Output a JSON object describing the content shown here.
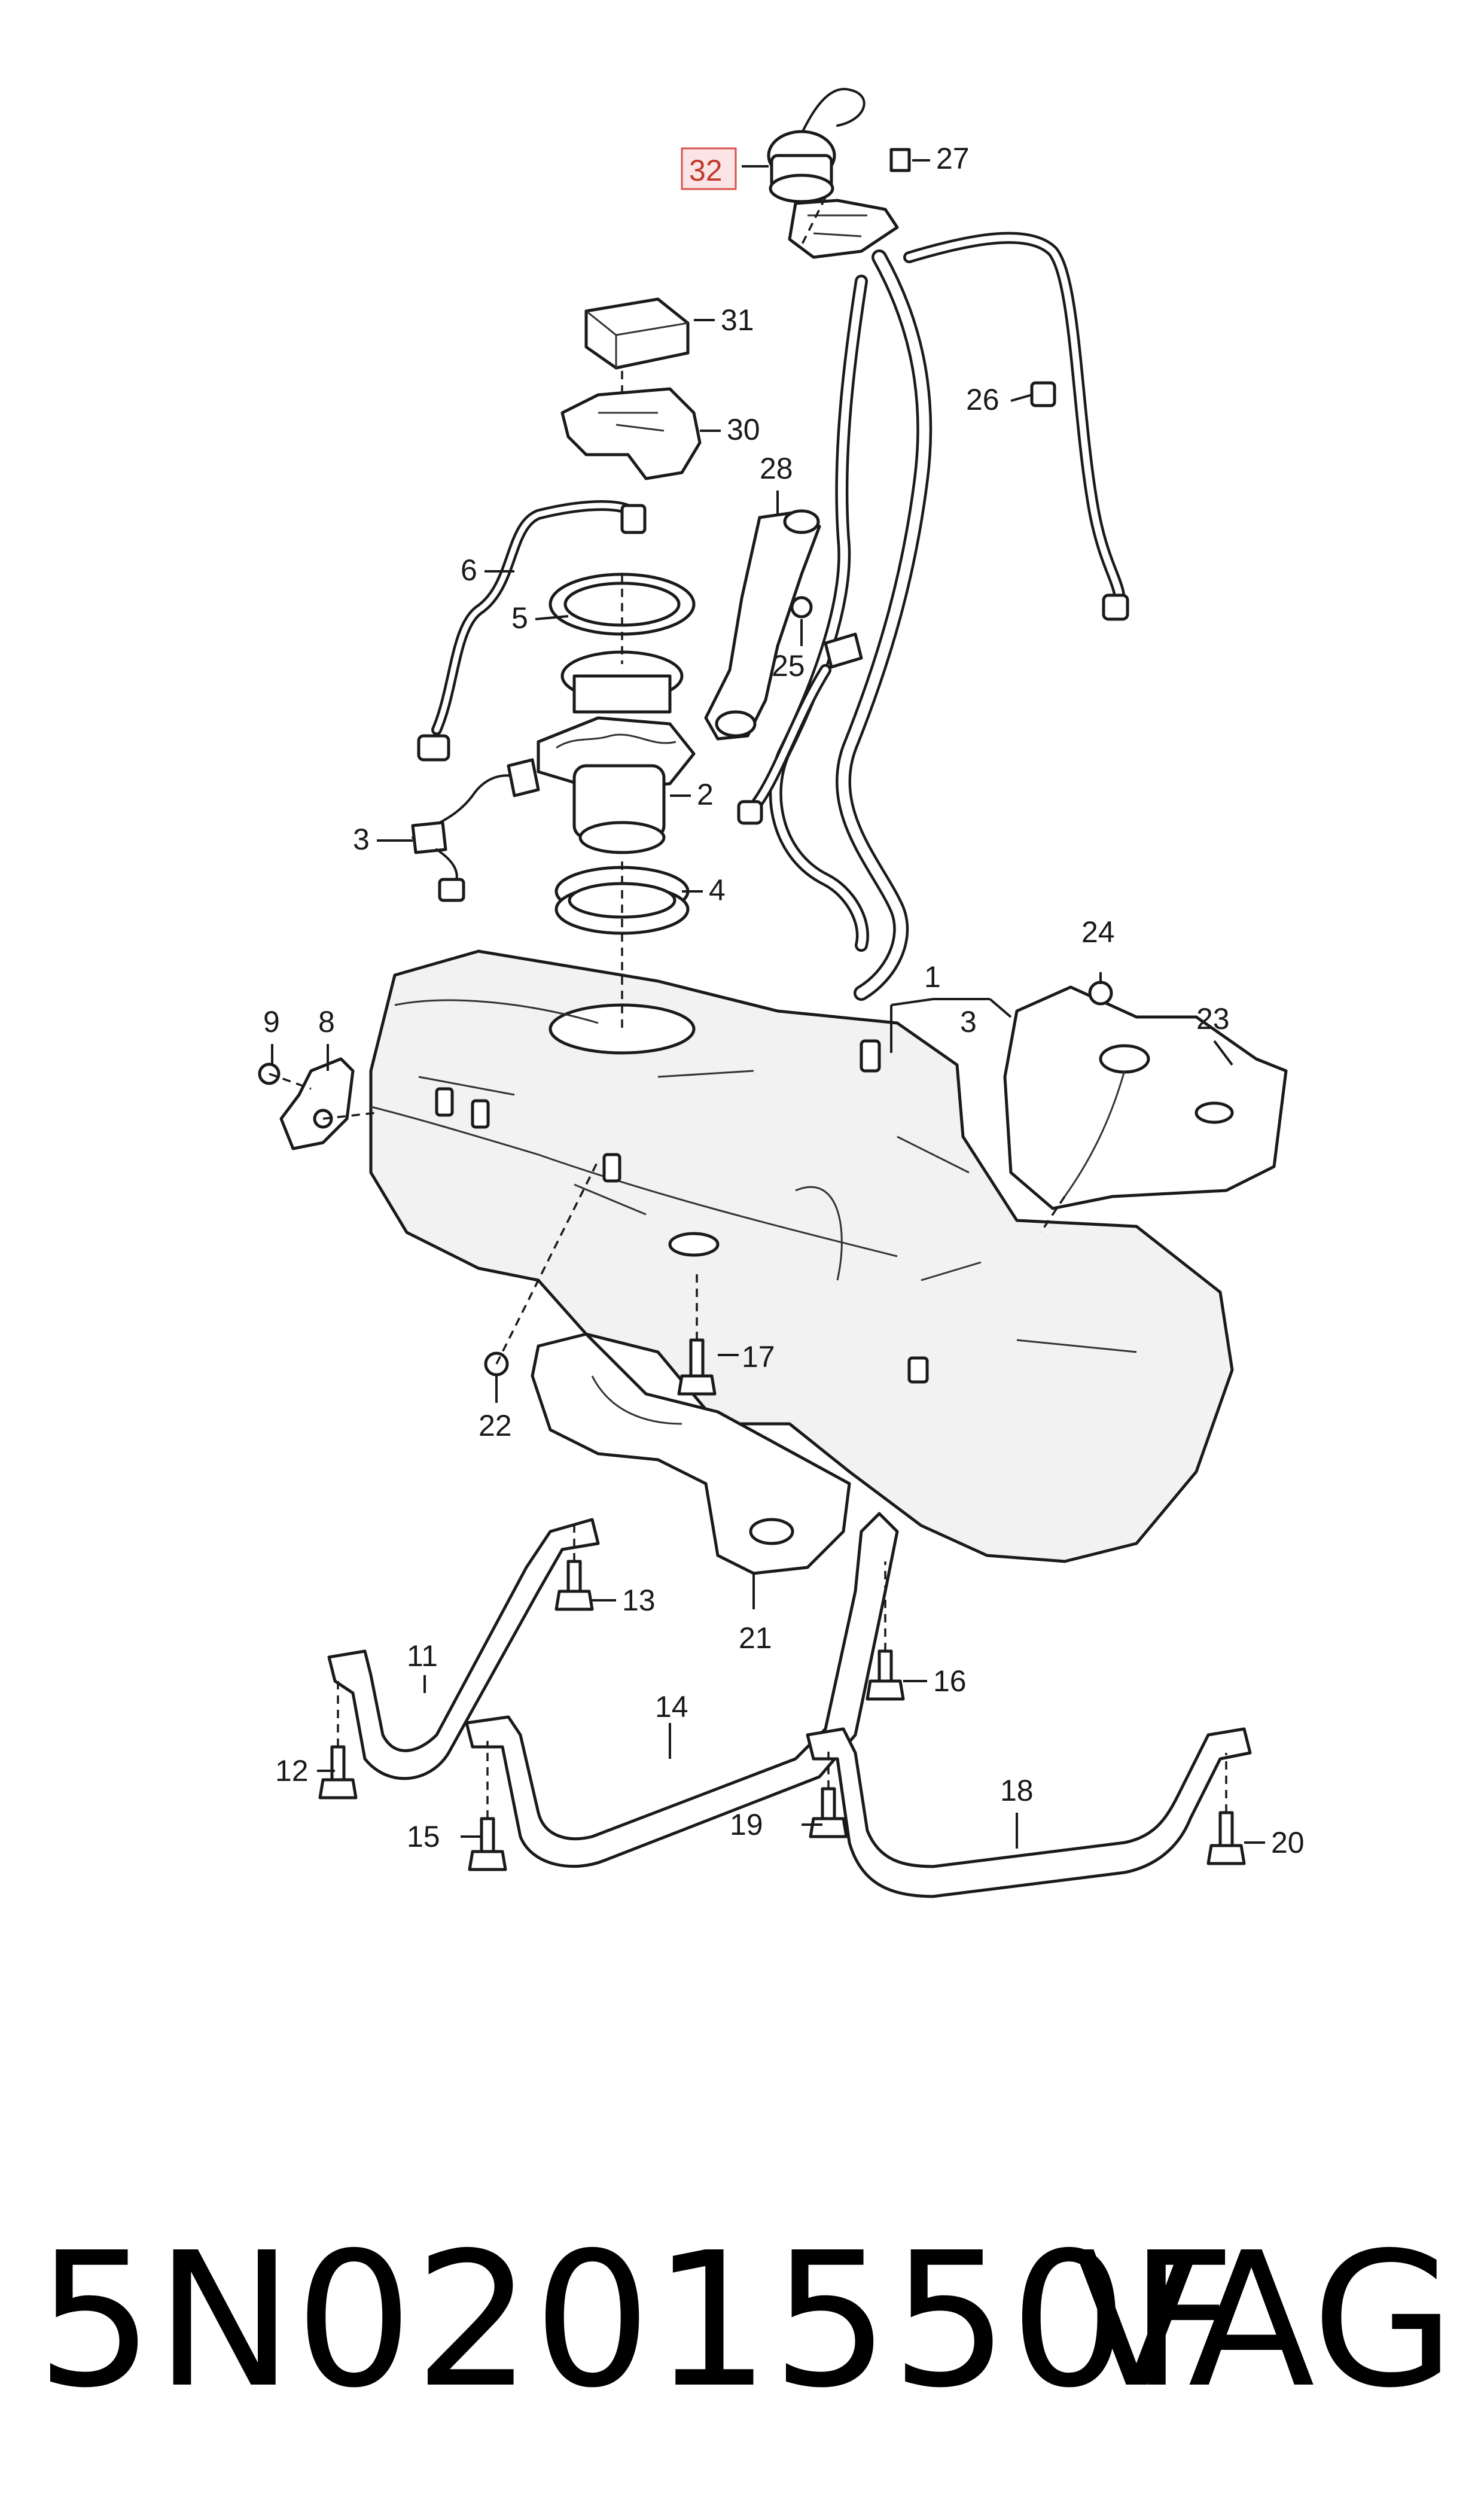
{
  "callouts": {
    "c1": "1",
    "c2": "2",
    "c3": "3",
    "c3b": "3",
    "c4": "4",
    "c5": "5",
    "c6": "6",
    "c8": "8",
    "c9": "9",
    "c11": "11",
    "c12": "12",
    "c13": "13",
    "c14": "14",
    "c15": "15",
    "c16": "16",
    "c17": "17",
    "c18": "18",
    "c19": "19",
    "c20": "20",
    "c21": "21",
    "c22": "22",
    "c23": "23",
    "c24": "24",
    "c25": "25",
    "c26": "26",
    "c27": "27",
    "c28": "28",
    "c30": "30",
    "c31": "31",
    "c32": "32"
  },
  "highlighted_callout": "32",
  "footer": {
    "part_number": "5N0201550F",
    "brand": "VAG"
  },
  "colors": {
    "line": "#1a1a1a",
    "highlight_box": "#fbe4e6",
    "highlight_text": "#c0392b"
  }
}
